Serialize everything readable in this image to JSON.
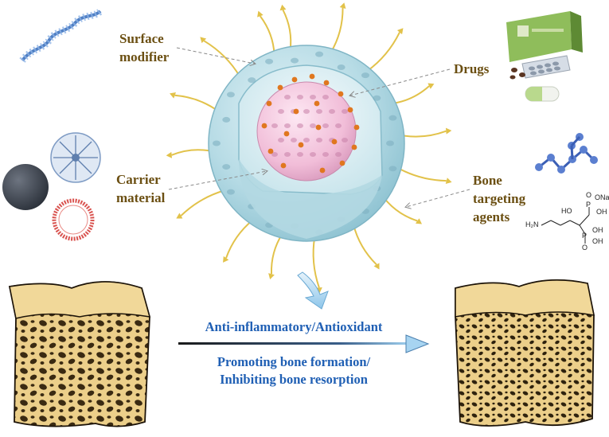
{
  "labels": {
    "surface_modifier_line1": "Surface",
    "surface_modifier_line2": "modifier",
    "drugs": "Drugs",
    "carrier_line1": "Carrier",
    "carrier_line2": "material",
    "bone_targeting_line1": "Bone",
    "bone_targeting_line2": "targeting",
    "bone_targeting_line3": "agents"
  },
  "effects": {
    "line1": "Anti-inflammatory/Antioxidant",
    "line2": "Promoting bone formation/",
    "line3": "Inhibiting bone resorption"
  },
  "chemical": {
    "h2n": "H₂N",
    "ho": "HO",
    "p_top": "P",
    "ona": "ONa",
    "oh1": "OH",
    "o_top": "O",
    "p_bot": "P",
    "oh2": "OH",
    "oh3": "OH",
    "o_bot": "O"
  },
  "colors": {
    "label_brown": "#6b4f12",
    "effect_blue": "#1f5fb4",
    "shell": "#b9dde6",
    "core": "#f2c4dc",
    "drug_dot": "#e0771f",
    "ligand": "#e2c24a",
    "bone": "#eccf8a"
  }
}
